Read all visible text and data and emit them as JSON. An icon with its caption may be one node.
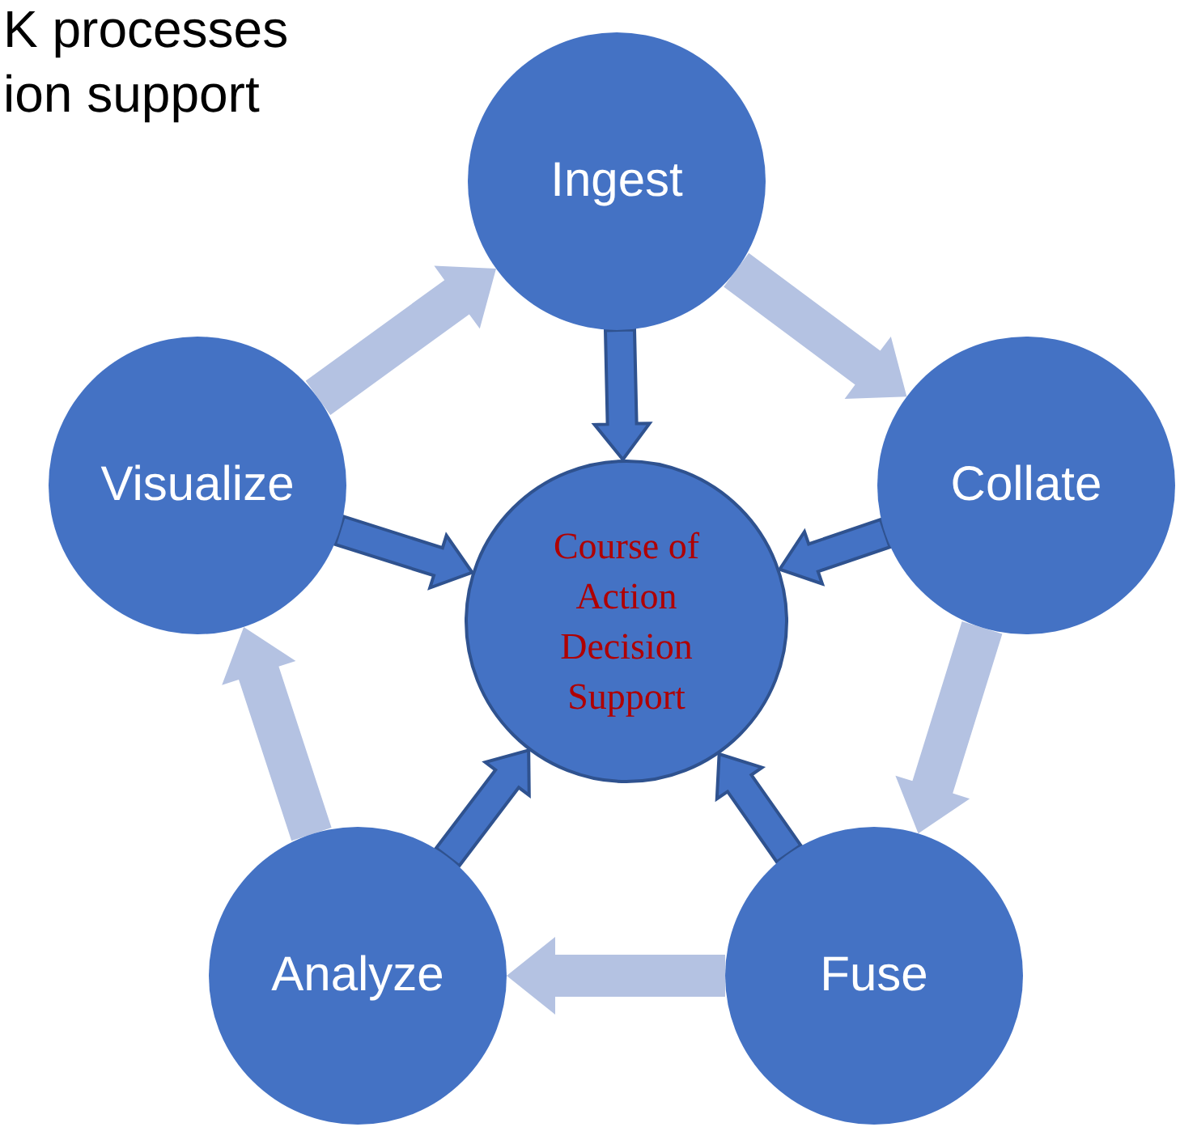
{
  "diagram": {
    "nodes": [
      {
        "text": [
          "Ingest"
        ]
      },
      {
        "text": [
          "Collate"
        ]
      },
      {
        "text": [
          "Fuse"
        ]
      },
      {
        "text": [
          "Analyze"
        ]
      },
      {
        "text": [
          "Visualize"
        ]
      },
      {
        "text": [
          "Course of Action Decision Support"
        ]
      }
    ],
    "edges": [
      {
        "from": 0,
        "to": 1,
        "arrow": "to",
        "color": "#b4c2e2"
      },
      {
        "from": 1,
        "to": 2,
        "arrow": "to",
        "color": "#b4c2e2"
      },
      {
        "from": 2,
        "to": 3,
        "arrow": "to",
        "color": "#b4c2e2"
      },
      {
        "from": 3,
        "to": 4,
        "arrow": "to",
        "color": "#b4c2e2"
      },
      {
        "from": 4,
        "to": 0,
        "arrow": "to",
        "color": "#b4c2e2"
      },
      {
        "from": 0,
        "to": 5,
        "arrow": "to"
      },
      {
        "from": 1,
        "to": 5,
        "arrow": "to"
      },
      {
        "from": 2,
        "to": 5,
        "arrow": "to"
      },
      {
        "from": 3,
        "to": 5,
        "arrow": "to"
      },
      {
        "from": 4,
        "to": 5,
        "arrow": "to"
      }
    ],
    "labels": [
      "K processes",
      "ion support"
    ]
  }
}
